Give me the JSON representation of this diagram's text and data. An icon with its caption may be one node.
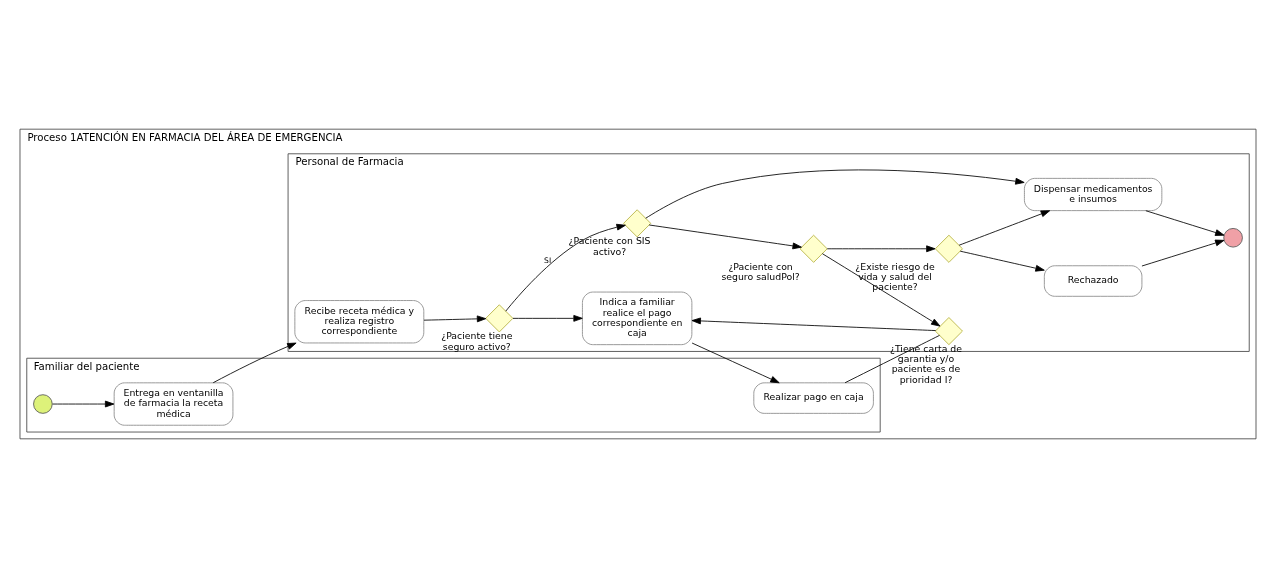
{
  "diagram": {
    "nodes": [
      {
        "text": [
          "Proceso 1ATENCIÓN EN FARMACIA DEL ÁREA DE EMERGENCIA"
        ]
      },
      {
        "text": [
          "Familiar del paciente"
        ],
        "in": 0
      },
      {
        "text": [
          "Personal de Farmacia"
        ],
        "in": 0
      },
      {
        "text": [],
        "shape": "circle",
        "in": 1
      },
      {
        "text": [
          "Entrega en ventanilla de farmacia la receta médica"
        ],
        "in": 1
      },
      {
        "text": [
          "Realizar pago en caja"
        ],
        "in": 1
      },
      {
        "text": [
          "Recibe receta médica y realiza registro correspondiente"
        ],
        "in": 2
      },
      {
        "text": [],
        "shape": "diamond",
        "beside": [
          "¿Paciente tiene seguro activo?"
        ],
        "in": 2
      },
      {
        "text": [
          "Indica a familiar realice el pago correspondiente en caja"
        ],
        "in": 2
      },
      {
        "text": [],
        "shape": "diamond",
        "beside": [
          "¿Paciente con SIS activo?"
        ],
        "in": 2
      },
      {
        "text": [],
        "shape": "diamond",
        "beside": [
          "¿Tiene carta de garantia y/o paciente es de prioridad I?"
        ],
        "in": 2
      },
      {
        "text": [],
        "shape": "diamond",
        "beside": [
          "¿Paciente con seguro saludPol?"
        ],
        "in": 2
      },
      {
        "text": [],
        "shape": "diamond",
        "beside": [
          "¿Existe riesgo de vida y salud del paciente?"
        ],
        "in": 2
      },
      {
        "text": [
          "Dispensar medicamentos e insumos"
        ],
        "in": 2
      },
      {
        "text": [
          "Rechazado"
        ],
        "in": 2
      },
      {
        "text": [],
        "shape": "circle",
        "in": 2
      }
    ],
    "edges": [
      {
        "from": 3,
        "to": 4,
        "arrow": "to"
      },
      {
        "from": 4,
        "to": 6,
        "arrow": "to"
      },
      {
        "from": 6,
        "to": 7,
        "arrow": "to"
      },
      {
        "from": 7,
        "to": 8,
        "arrow": "to"
      },
      {
        "from": 7,
        "to": 9,
        "arrow": "to",
        "label": "SI"
      },
      {
        "from": 8,
        "to": 5,
        "arrow": "to"
      },
      {
        "from": 5,
        "to": 10,
        "arrow": "none"
      },
      {
        "from": 10,
        "to": 8,
        "arrow": "to"
      },
      {
        "from": 9,
        "to": 13,
        "arrow": "to"
      },
      {
        "from": 11,
        "to": 10,
        "arrow": "to"
      },
      {
        "from": 9,
        "to": 11,
        "arrow": "to"
      },
      {
        "from": 11,
        "to": 12,
        "arrow": "to"
      },
      {
        "from": 12,
        "to": 13,
        "arrow": "to"
      },
      {
        "from": 12,
        "to": 14,
        "arrow": "to"
      },
      {
        "from": 13,
        "to": 15,
        "arrow": "to"
      },
      {
        "from": 14,
        "to": 15,
        "arrow": "to"
      }
    ]
  }
}
